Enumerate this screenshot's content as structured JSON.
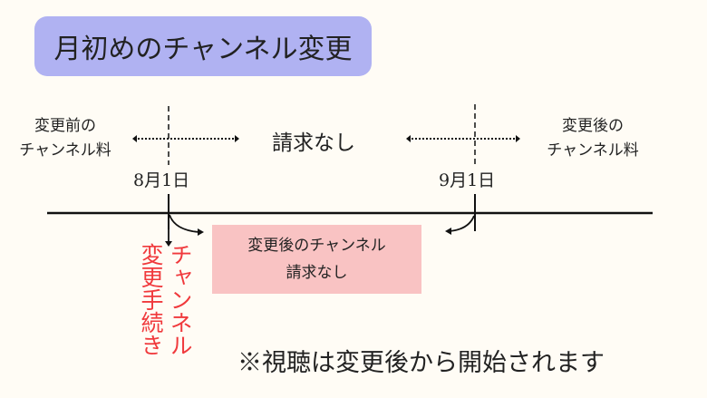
{
  "title": "月初めのチャンネル変更",
  "left_label": [
    "変更前の",
    "チャンネル料"
  ],
  "right_label": [
    "変更後の",
    "チャンネル料"
  ],
  "middle_label": "請求なし",
  "date_start": "8月1日",
  "date_end": "9月1日",
  "pink_box": [
    "変更後のチャンネル",
    "請求なし"
  ],
  "vertical_label": [
    "チャンネル",
    "変更手続き"
  ],
  "note": "※視聴は変更後から開始されます",
  "colors": {
    "title_bg": "#b0b2f2",
    "pink_bg": "#f9c3c3",
    "red_text": "#f0393c",
    "background": "#fffcf5"
  }
}
